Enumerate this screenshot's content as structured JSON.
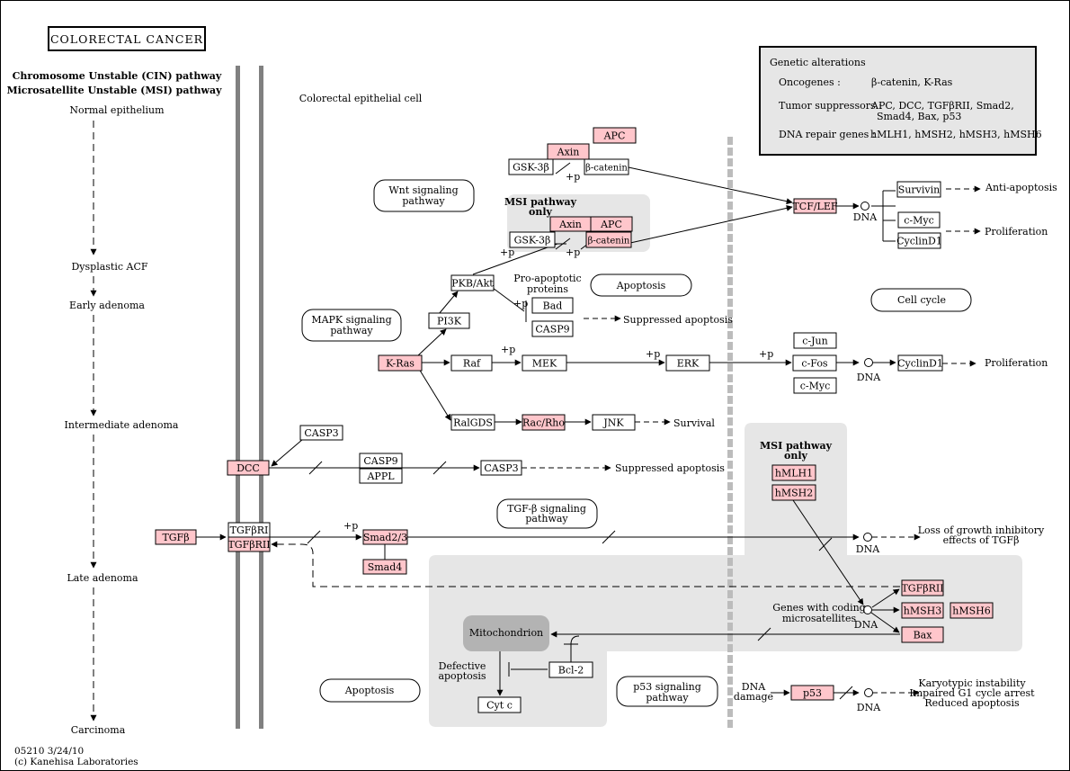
{
  "title": "COLORECTAL CANCER",
  "footer": {
    "id": "05210 3/24/10",
    "copyright": "(c) Kanehisa Laboratories"
  },
  "progression": {
    "heading_line1": "Chromosome Unstable (CIN) pathway",
    "heading_line2": "Microsatellite Unstable (MSI) pathway",
    "stages": [
      "Normal epithelium",
      "Dysplastic ACF",
      "Early adenoma",
      "Intermediate adenoma",
      "Late adenoma",
      "Carcinoma"
    ]
  },
  "cell_label": "Colorectal epithelial cell",
  "legend": {
    "title": "Genetic alterations",
    "oncogenes_label": "Oncogenes :",
    "oncogenes_value": "β-catenin, K-Ras",
    "tumor_label": "Tumor suppressors :",
    "tumor_value_line1": "APC, DCC, TGFβRII, Smad2,",
    "tumor_value_line2": "Smad4, Bax, p53",
    "dna_label": "DNA repair genes :",
    "dna_value": "hMLH1, hMSH2, hMSH3, hMSH6"
  },
  "msi_region_top": {
    "line1": "MSI pathway",
    "line2": "only"
  },
  "msi_region_right": {
    "line1": "MSI pathway",
    "line2": "only"
  },
  "pathways": {
    "wnt": [
      "Wnt signaling",
      "pathway"
    ],
    "mapk": [
      "MAPK signaling",
      "pathway"
    ],
    "apoptosis_top": "Apoptosis",
    "cell_cycle": "Cell cycle",
    "tgfb": [
      "TGF-β signaling",
      "pathway"
    ],
    "apoptosis_bottom": "Apoptosis",
    "p53": [
      "p53 signaling",
      "pathway"
    ]
  },
  "genes": {
    "apc_top": "APC",
    "axin_top": "Axin",
    "gsk3b_top": "GSK-3β",
    "bcatenin_top": "β-catenin",
    "axin_msi": "Axin",
    "apc_msi": "APC",
    "gsk3b_msi": "GSK-3β",
    "bcatenin_msi": "β-catenin",
    "tcflef": "TCF/LEF",
    "survivin": "Survivin",
    "cmyc_top": "c-Myc",
    "cyclind1_top": "CyclinD1",
    "pkb": "PKB/Akt",
    "pi3k": "PI3K",
    "bad": "Bad",
    "casp9_top": "CASP9",
    "kras": "K-Ras",
    "raf": "Raf",
    "mek": "MEK",
    "erk": "ERK",
    "cjun": "c-Jun",
    "cfos": "c-Fos",
    "cmyc_mid": "c-Myc",
    "cyclind1_mid": "CyclinD1",
    "ralgds": "RalGDS",
    "racrho": "Rac/Rho",
    "jnk": "JNK",
    "casp3_top": "CASP3",
    "dcc": "DCC",
    "casp9_mid": "CASP9",
    "appl": "APPL",
    "casp3_mid": "CASP3",
    "tgfb": "TGFβ",
    "tgfbri": "TGFβRI",
    "tgfbrii": "TGFβRII",
    "smad23": "Smad2/3",
    "smad4": "Smad4",
    "hmlh1": "hMLH1",
    "hmsh2": "hMSH2",
    "tgfbrii_right": "TGFβRII",
    "hmsh3": "hMSH3",
    "hmsh6": "hMSH6",
    "bax": "Bax",
    "bcl2": "Bcl-2",
    "cytc": "Cyt c",
    "p53": "p53"
  },
  "compartments": {
    "mitochondrion": "Mitochondrion"
  },
  "labels": {
    "pro_apoptotic": [
      "Pro-apoptotic",
      "proteins"
    ],
    "suppressed_apoptosis_1": "Suppressed apoptosis",
    "suppressed_apoptosis_2": "Suppressed apoptosis",
    "survival": "Survival",
    "anti_apoptosis": "Anti-apoptosis",
    "proliferation_1": "Proliferation",
    "proliferation_2": "Proliferation",
    "loss_growth": [
      "Loss of growth inhibitory",
      "effects of TGFβ"
    ],
    "genes_coding": [
      "Genes with coding",
      "microsatellites"
    ],
    "defective_apoptosis": [
      "Defective",
      "apoptosis"
    ],
    "dna_damage": [
      "DNA",
      "damage"
    ],
    "karyotypic": [
      "Karyotypic instability",
      "Impaired G1 cycle arrest",
      "Reduced apoptosis"
    ],
    "dna": "DNA",
    "plus_p": "+p"
  },
  "colors": {
    "mutated_fill": "#ffc6cb",
    "mutated_text": "#ff0000",
    "region_fill": "#e6e6e6",
    "membrane": "#808080",
    "membrane_dashed": "#bcbcbc",
    "mitochondrion_fill": "#b3b3b3"
  }
}
